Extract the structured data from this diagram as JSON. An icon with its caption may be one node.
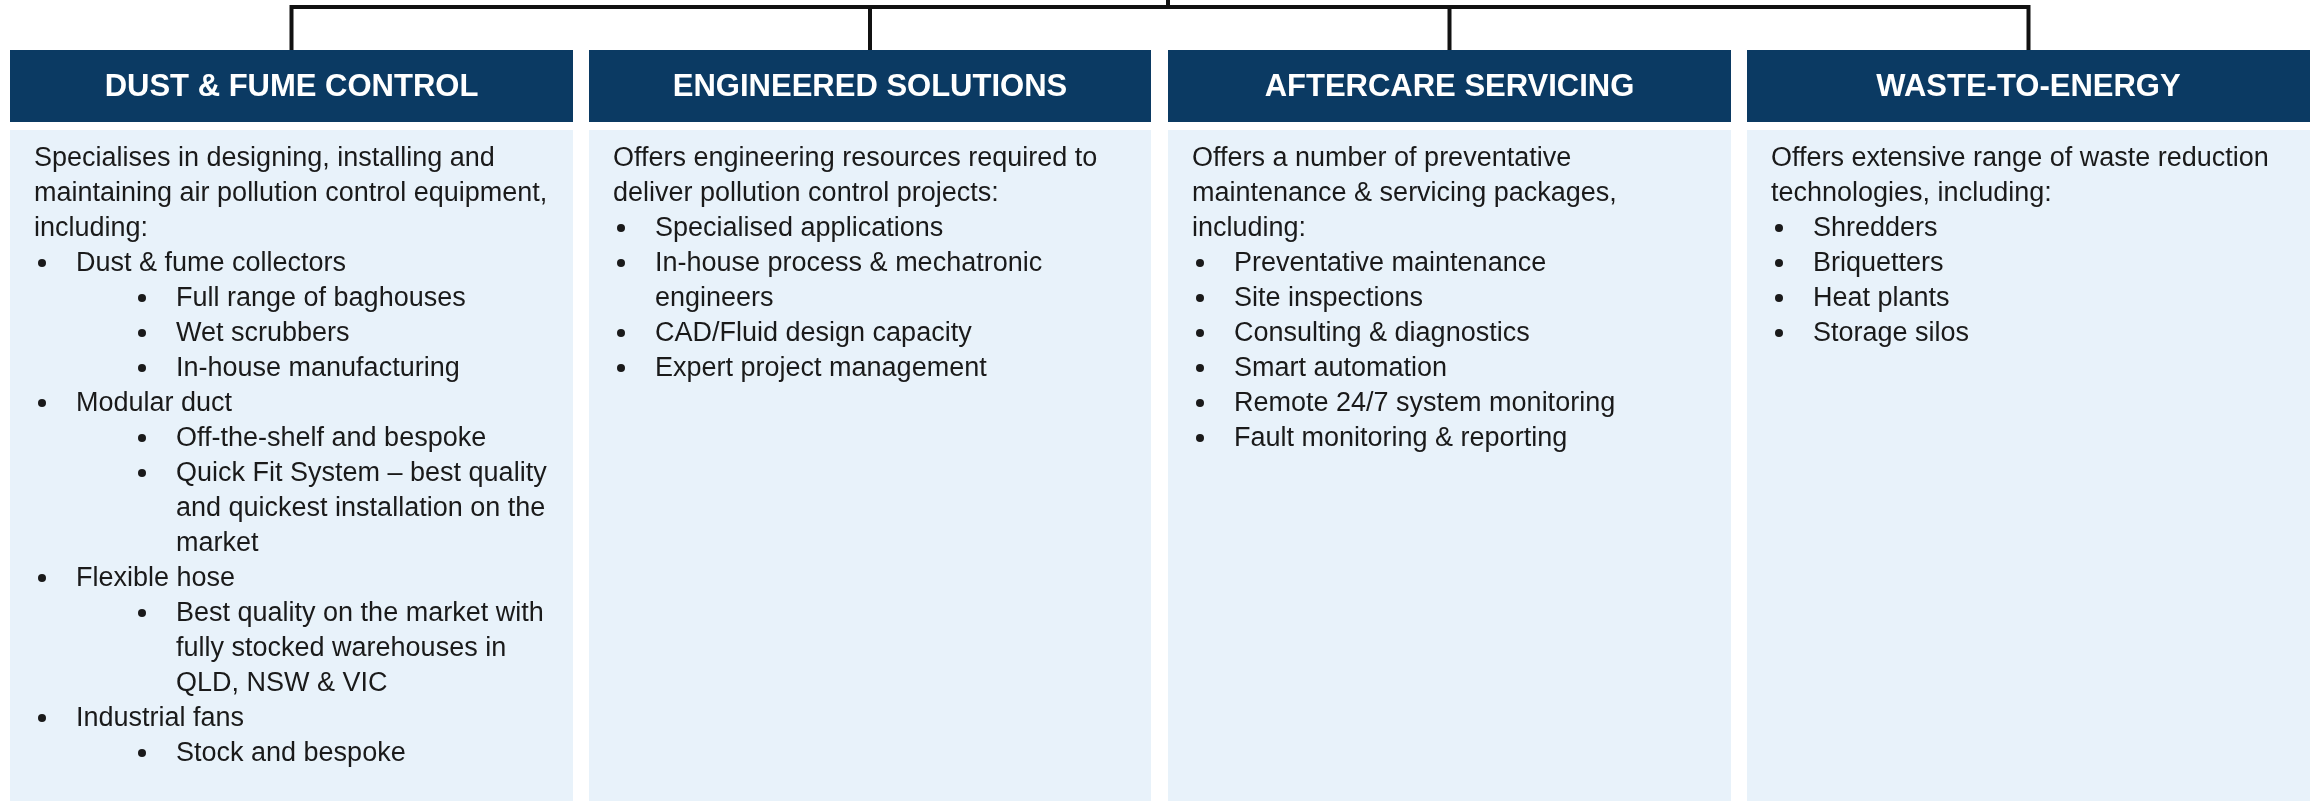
{
  "diagram": {
    "nodes": [
      {
        "text": [
          "DUST & FUME CONTROL",
          "Specialises in designing, installing and maintaining air pollution control equipment, including:",
          "Dust & fume collectors",
          "Full range of baghouses",
          "Wet scrubbers",
          "In-house manufacturing",
          "Modular duct",
          "Off-the-shelf and bespoke",
          "Quick Fit System – best quality and quickest installation on the market",
          "Flexible hose",
          "Best quality on the market with fully stocked warehouses in QLD, NSW & VIC",
          "Industrial fans",
          "Stock and bespoke"
        ]
      },
      {
        "text": [
          "ENGINEERED SOLUTIONS",
          "Offers engineering resources required to deliver pollution control projects:",
          "Specialised applications",
          "In-house process & mechatronic engineers",
          "CAD/Fluid design capacity",
          "Expert project management"
        ]
      },
      {
        "text": [
          "AFTERCARE SERVICING",
          "Offers a number of preventative maintenance & servicing packages, including:",
          "Preventative maintenance",
          "Site inspections",
          "Consulting & diagnostics",
          "Smart automation",
          "Remote 24/7 system monitoring",
          "Fault monitoring & reporting"
        ]
      },
      {
        "text": [
          "WASTE-TO-ENERGY",
          "Offers extensive range of waste reduction technologies, including:",
          "Shredders",
          "Briquetters",
          "Heat plants",
          "Storage silos"
        ]
      }
    ],
    "edges": [
      {
        "from": null,
        "to": 0,
        "arrow": "none"
      },
      {
        "from": null,
        "to": 1,
        "arrow": "none"
      },
      {
        "from": null,
        "to": 2,
        "arrow": "none"
      },
      {
        "from": null,
        "to": 3,
        "arrow": "none"
      }
    ]
  }
}
